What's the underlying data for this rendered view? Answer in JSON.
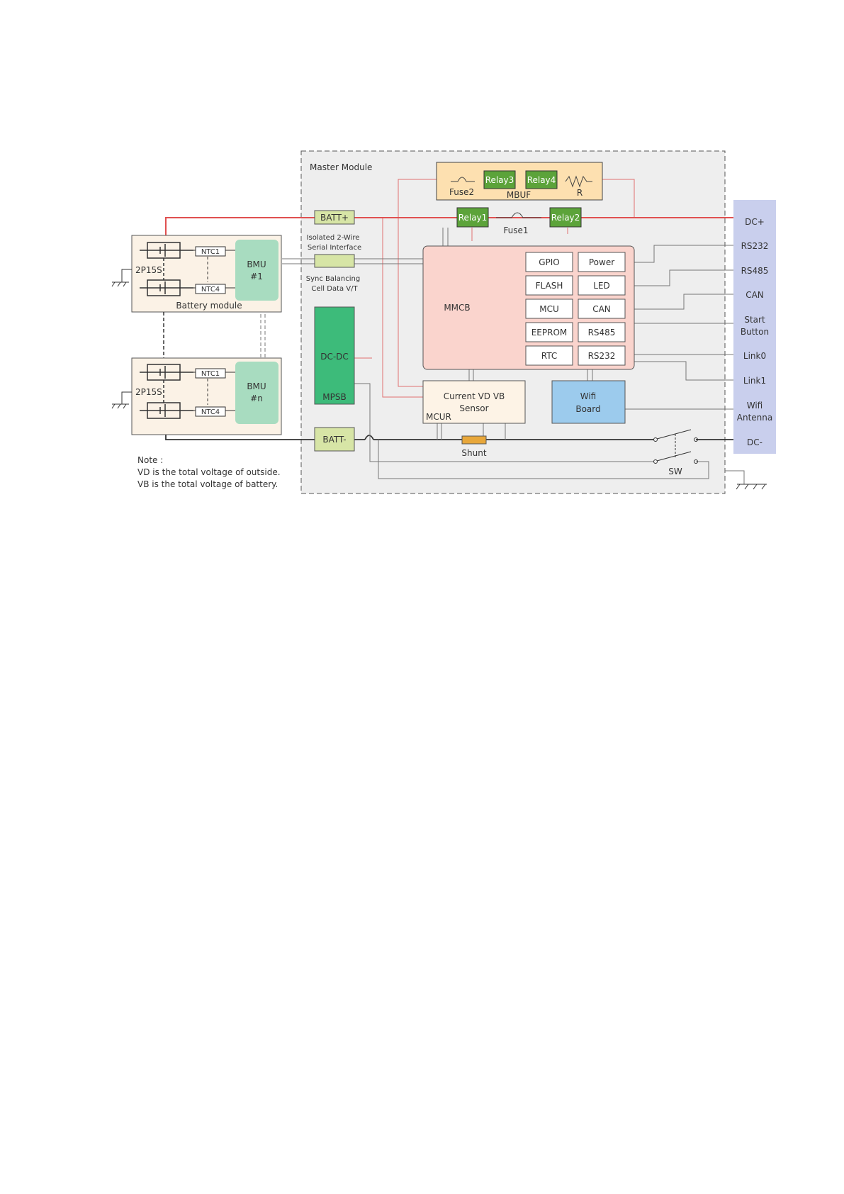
{
  "diagram": {
    "master_title": "Master Module",
    "mbuf": {
      "label": "MBUF",
      "fuse2": "Fuse2",
      "relay3": "Relay3",
      "relay4": "Relay4",
      "r": "R"
    },
    "relay1": "Relay1",
    "relay2": "Relay2",
    "fuse1": "Fuse1",
    "batt_plus": "BATT+",
    "batt_minus": "BATT-",
    "isolated_line1": "Isolated 2-Wire",
    "isolated_line2": "Serial Interface",
    "sync_line1": "Sync Balancing",
    "sync_line2": "Cell Data V/T",
    "mpsb_dcdc": "DC-DC",
    "mpsb_label": "MPSB",
    "mmcb": {
      "label": "MMCB",
      "cells": [
        "GPIO",
        "Power",
        "FLASH",
        "LED",
        "MCU",
        "CAN",
        "EEPROM",
        "RS485",
        "RTC",
        "RS232"
      ]
    },
    "mcur": {
      "line1": "Current  VD  VB",
      "line2": "Sensor",
      "label": "MCUR"
    },
    "wifi": {
      "line1": "Wifi",
      "line2": "Board"
    },
    "shunt": "Shunt",
    "sw": "SW",
    "ports": {
      "dc_plus": "DC+",
      "rs232": "RS232",
      "rs485": "RS485",
      "can": "CAN",
      "start_line1": "Start",
      "start_line2": "Button",
      "link0": "Link0",
      "link1": "Link1",
      "wifi_line1": "Wifi",
      "wifi_line2": "Antenna",
      "dc_minus": "DC-"
    },
    "battery1": {
      "cells": "2P15S",
      "ntc_top": "NTC1",
      "ntc_bottom": "NTC4",
      "bmu": "BMU",
      "bmu_id": "#1",
      "caption": "Battery module"
    },
    "battery2": {
      "cells": "2P15S",
      "ntc_top": "NTC1",
      "ntc_bottom": "NTC4",
      "bmu": "BMU",
      "bmu_id": "#n"
    },
    "note": {
      "title": "Note :",
      "line1": "VD is the total voltage of outside.",
      "line2": "VB is the total voltage of battery."
    }
  },
  "colors": {
    "power_line": "#e05050",
    "thin_red": "#e07070",
    "master_bg": "#eeeeee",
    "mbuf_fill": "#fde0b0",
    "relay_fill": "#5ca33a",
    "batt_fill": "#d7e5a6",
    "mpsb_fill": "#3dbb7a",
    "mmcb_fill": "#fad4cd",
    "mcur_fill": "#fdf3e6",
    "wifi_fill": "#9ccbed",
    "bmu_fill": "#a8dcc0",
    "battery_bg": "#fbf2e6",
    "port_bar": "#c9cfed",
    "shunt_fill": "#e8a73a"
  }
}
